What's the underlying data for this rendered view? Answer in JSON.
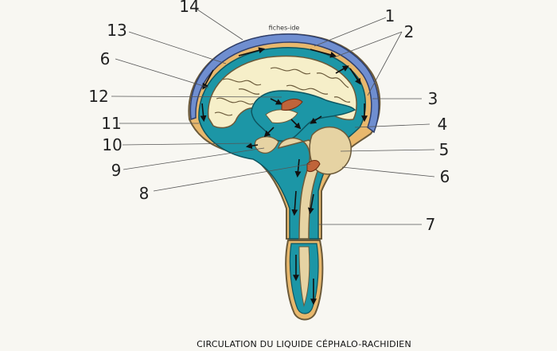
{
  "watermark": "fiches-ide",
  "caption": "CIRCULATION DU LIQUIDE CÉPHALO-RACHIDIEN",
  "labels": {
    "n1": "1",
    "n2": "2",
    "n3": "3",
    "n4": "4",
    "n5": "5",
    "n6_right": "6",
    "n7": "7",
    "n8": "8",
    "n9": "9",
    "n10": "10",
    "n11": "11",
    "n12": "12",
    "n13": "13",
    "n6_left": "6",
    "n14": "14"
  },
  "colors": {
    "background": "#f8f7f2",
    "csf": "#1c96a6",
    "brain": "#f6efc9",
    "outer": "#e8b86d",
    "venous_sinus": "#6f8ed0",
    "choroid_plexus": "#c0643a",
    "brainstem": "#e6d3a3"
  }
}
